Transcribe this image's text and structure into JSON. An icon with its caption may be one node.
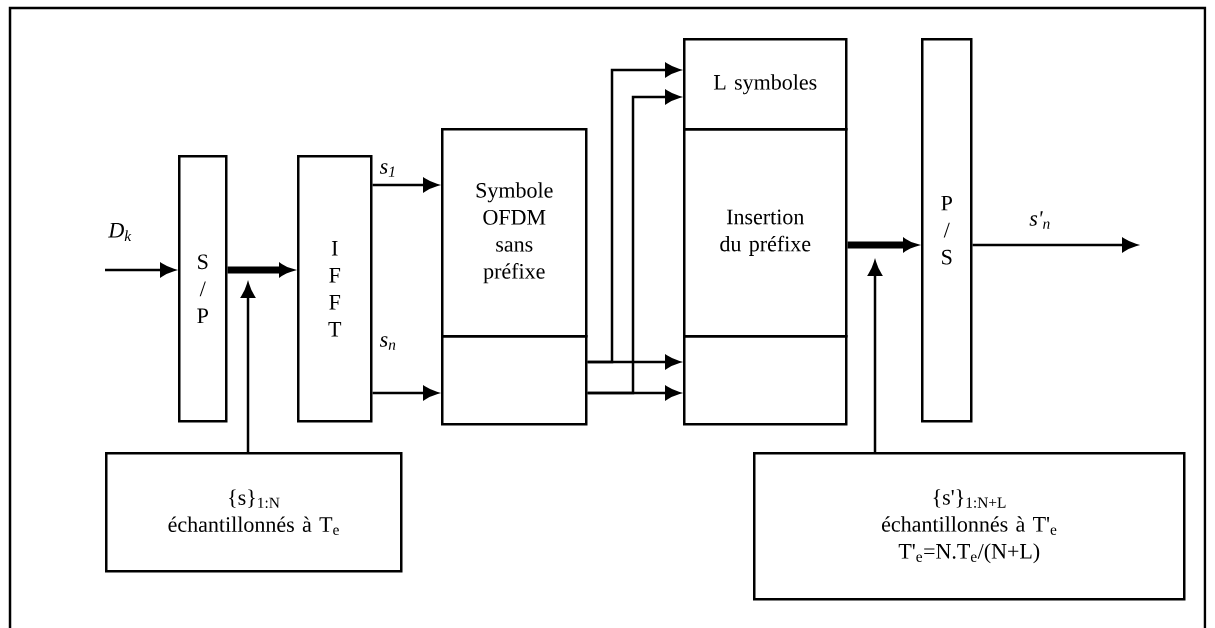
{
  "diagram": {
    "nodes": [
      {
        "text": [
          "S / P"
        ]
      },
      {
        "text": [
          "I F F T"
        ]
      },
      {
        "text": [
          "Symbole OFDM sans préfixe"
        ]
      },
      {
        "text": [],
        "shape": "box"
      },
      {
        "text": [
          "L symboles"
        ]
      },
      {
        "text": [
          "Insertion du préfixe"
        ]
      },
      {
        "text": [],
        "shape": "box"
      },
      {
        "text": [
          "P / S"
        ]
      },
      {
        "text": [
          "{s}$_{1:N}$",
          "échantillonnés à T$_{e}$"
        ]
      },
      {
        "text": [
          "{s'}$_{1:N+L}$",
          "échantillonnés à T'$_{e}$",
          "T'$_{e}$=N.T$_{e}$/(N+L)"
        ]
      }
    ],
    "edges": [
      {
        "from": null,
        "to": 0,
        "arrow": "to",
        "label": "D$_{k}$"
      },
      {
        "from": 0,
        "to": 1,
        "arrow": "to",
        "style": "thick"
      },
      {
        "from": 8,
        "to": null,
        "arrow": "to"
      },
      {
        "from": 1,
        "to": 2,
        "arrow": "to",
        "label": "s$_{1}$"
      },
      {
        "from": 1,
        "to": 3,
        "arrow": "to",
        "label": "s$_{n}$"
      },
      {
        "from": 3,
        "to": 4,
        "arrow": "to"
      },
      {
        "from": 3,
        "to": 4,
        "arrow": "to"
      },
      {
        "from": 3,
        "to": 6,
        "arrow": "to"
      },
      {
        "from": 3,
        "to": 6,
        "arrow": "to"
      },
      {
        "from": 5,
        "to": 7,
        "arrow": "to",
        "style": "thick"
      },
      {
        "from": 9,
        "to": null,
        "arrow": "to"
      },
      {
        "from": 7,
        "to": null,
        "arrow": "to",
        "label": "s'$_{n}$"
      }
    ]
  }
}
